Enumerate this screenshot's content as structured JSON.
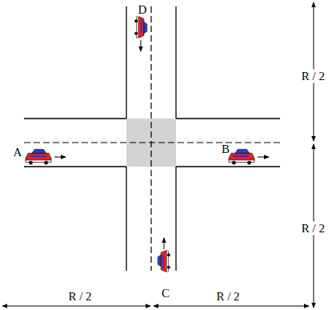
{
  "diagram": {
    "labels": [
      "D",
      "R / 2",
      "A",
      "B",
      "R / 2",
      "C",
      "R / 2",
      "R / 2"
    ]
  }
}
